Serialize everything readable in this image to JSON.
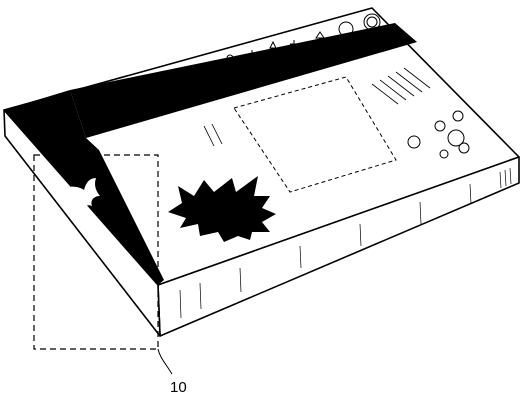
{
  "figure": {
    "reference_numeral": "10",
    "colors": {
      "ink": "#000000",
      "paper": "#ffffff"
    },
    "icons": [
      "box-outline",
      "black-band-horizontal",
      "black-band-vertical",
      "eagle-icon",
      "starburst-icon",
      "star-icon",
      "dashed-window",
      "dashed-callout-box",
      "leader-line",
      "ornament-icons",
      "hatching-lines"
    ]
  }
}
